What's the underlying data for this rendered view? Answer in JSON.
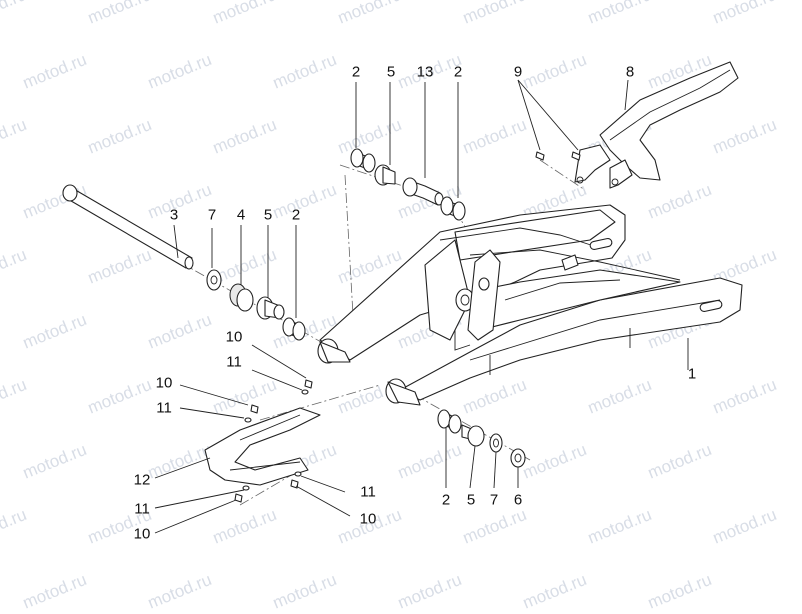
{
  "watermark": "motod.ru",
  "labels": {
    "l1": "1",
    "l2a": "2",
    "l2b": "2",
    "l2c": "2",
    "l2d": "2",
    "l3": "3",
    "l4": "4",
    "l5a": "5",
    "l5b": "5",
    "l5c": "5",
    "l6": "6",
    "l7a": "7",
    "l7b": "7",
    "l8": "8",
    "l9": "9",
    "l10a": "10",
    "l10b": "10",
    "l10c": "10",
    "l10d": "10",
    "l11a": "11",
    "l11b": "11",
    "l11c": "11",
    "l11d": "11",
    "l12": "12",
    "l13": "13"
  }
}
